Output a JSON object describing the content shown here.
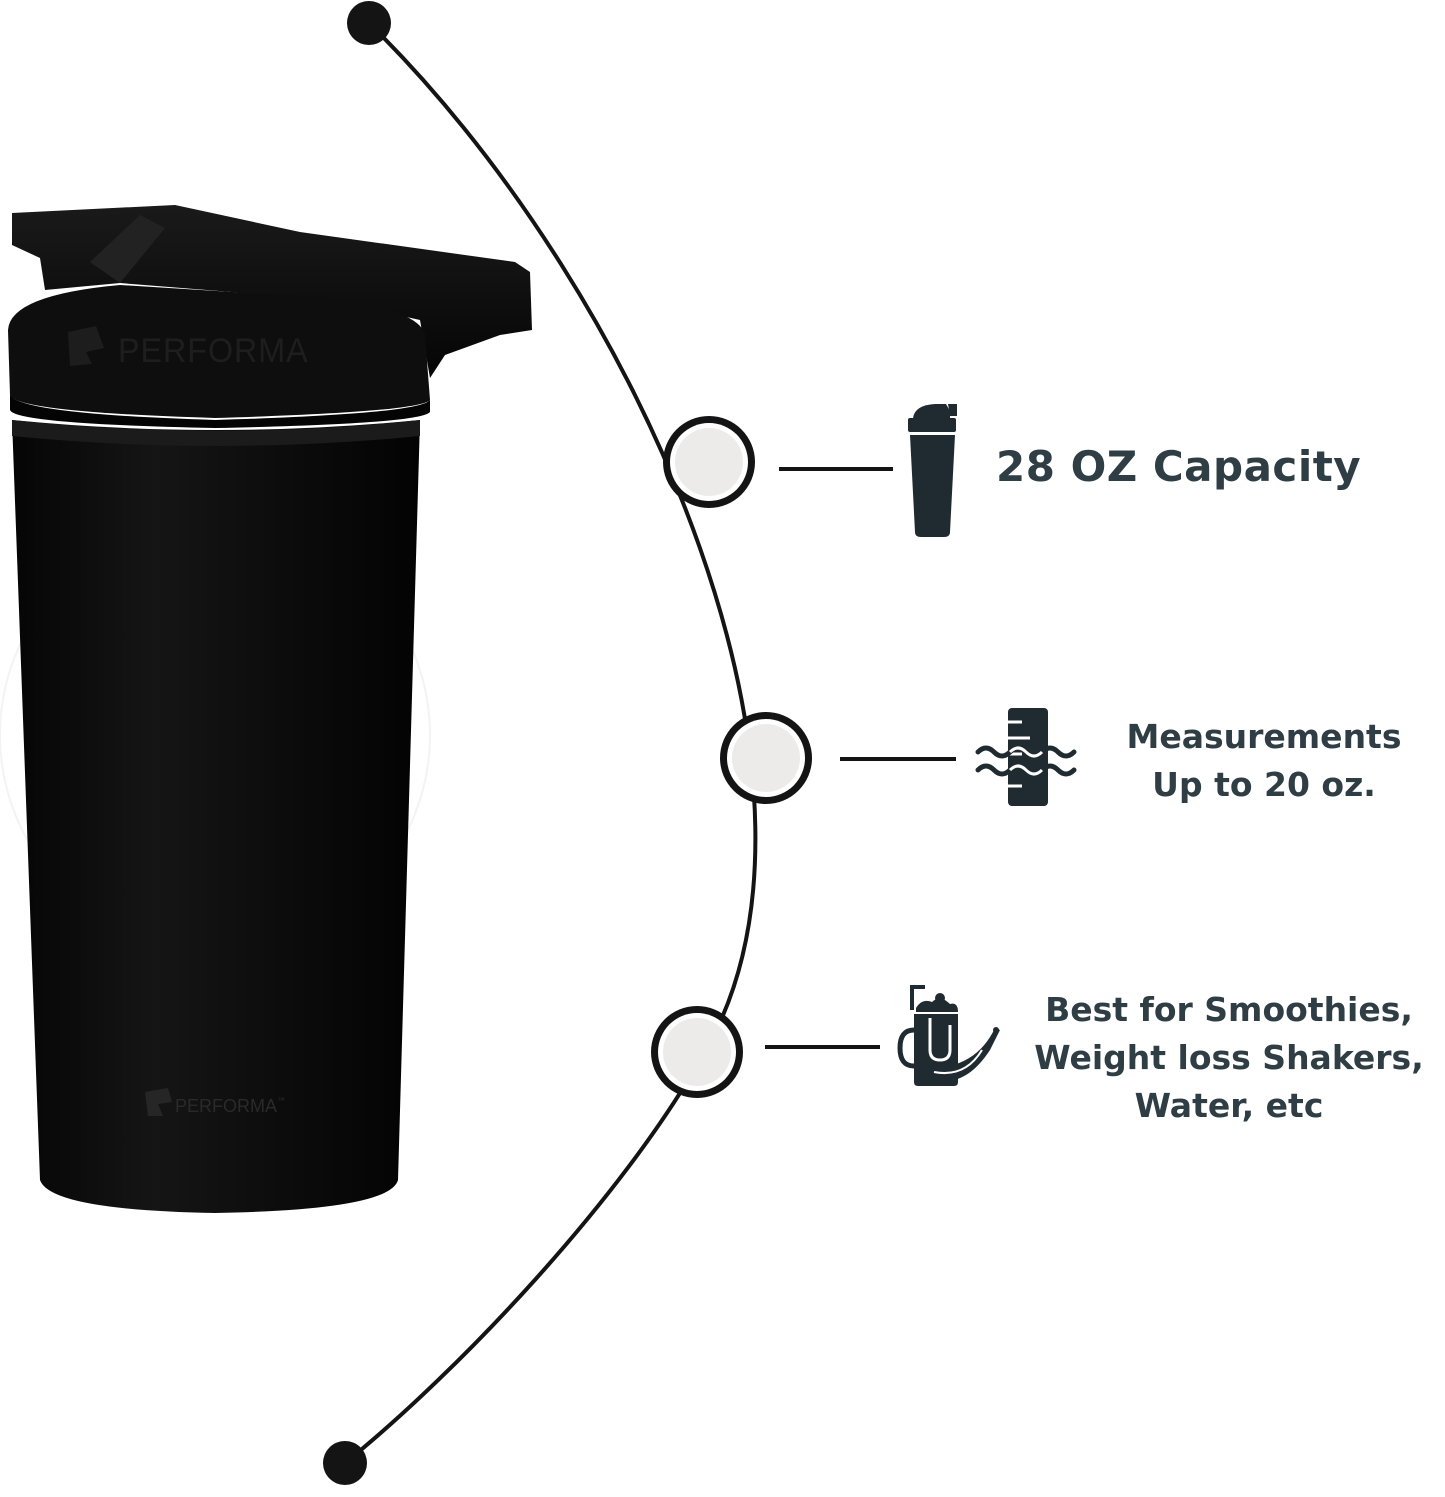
{
  "product": {
    "name": "shaker-bottle",
    "color": "#0d0d0d",
    "lid_brand": "PERFORMA",
    "body_brand": "PERFORMA",
    "trademark": "™"
  },
  "features": [
    {
      "icon": "shaker-bottle-icon",
      "lines": [
        "28 OZ Capacity"
      ]
    },
    {
      "icon": "measuring-ruler-waves-icon",
      "lines": [
        "Measurements",
        "Up to 20 oz."
      ]
    },
    {
      "icon": "smoothie-cup-banana-icon",
      "lines": [
        "Best for Smoothies,",
        "Weight loss Shakers,",
        "Water, etc"
      ]
    }
  ],
  "colors": {
    "text": "#2f3d45",
    "arc": "#141414",
    "node_fill": "#ecebea",
    "node_ring": "#141414"
  }
}
